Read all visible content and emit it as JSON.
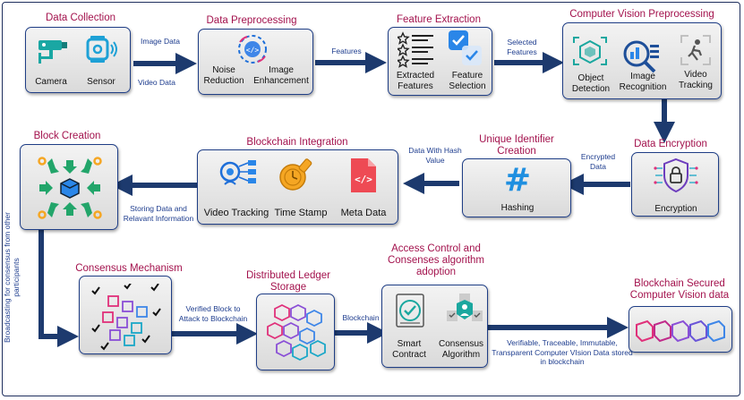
{
  "stages": {
    "data_collection": {
      "title": "Data Collection",
      "items": [
        "Camera",
        "Sensor"
      ]
    },
    "data_preprocessing": {
      "title": "Data Preprocessing",
      "items": [
        "Noise Reduction",
        "Image Enhancement"
      ]
    },
    "feature_extraction": {
      "title": "Feature Extraction",
      "items": [
        "Extracted Features",
        "Feature Selection"
      ]
    },
    "cv_preprocessing": {
      "title": "Computer Vision Preprocessing",
      "items": [
        "Object Detection",
        "Image Recognition",
        "Video Tracking"
      ]
    },
    "data_encryption": {
      "title": "Data Encryption",
      "items": [
        "Encryption"
      ]
    },
    "unique_identifier": {
      "title": "Unique Identifier Creation",
      "items": [
        "Hashing"
      ]
    },
    "blockchain_integration": {
      "title": "Blockchain Integration",
      "items": [
        "Video Tracking",
        "Time Stamp",
        "Meta Data"
      ]
    },
    "block_creation": {
      "title": "Block Creation"
    },
    "consensus": {
      "title": "Consensus Mechanism"
    },
    "ledger": {
      "title": "Distributed Ledger Storage"
    },
    "access_control": {
      "title": "Access Control and Consenses algorithm adoption",
      "items": [
        "Smart Contract",
        "Consensus Algorithm"
      ]
    },
    "secured": {
      "title": "Blockchain Secured Computer Vision data"
    }
  },
  "edges": {
    "image_data": "Image Data",
    "video_data": "Video Data",
    "features": "Features",
    "selected_features": "Selected Features",
    "encrypted_data": "Encrypted Data",
    "data_with_hash": "Data With Hash Value",
    "storing_data": "Storing Data and Relavant Information",
    "broadcasting": "Broadcasting for consensus from other participants",
    "verified_block": "Verified Block to Attack to Blockchain",
    "blockchain": "Blockchain",
    "final_note": "Verifiable, Traceable, Immutable, Transparent Computer VIsion Data stored in blockchain"
  },
  "colors": {
    "title": "#a3124d",
    "arrow": "#1d3a6e",
    "edge_label": "#1d3c8e",
    "box_border": "#1f3e86"
  }
}
